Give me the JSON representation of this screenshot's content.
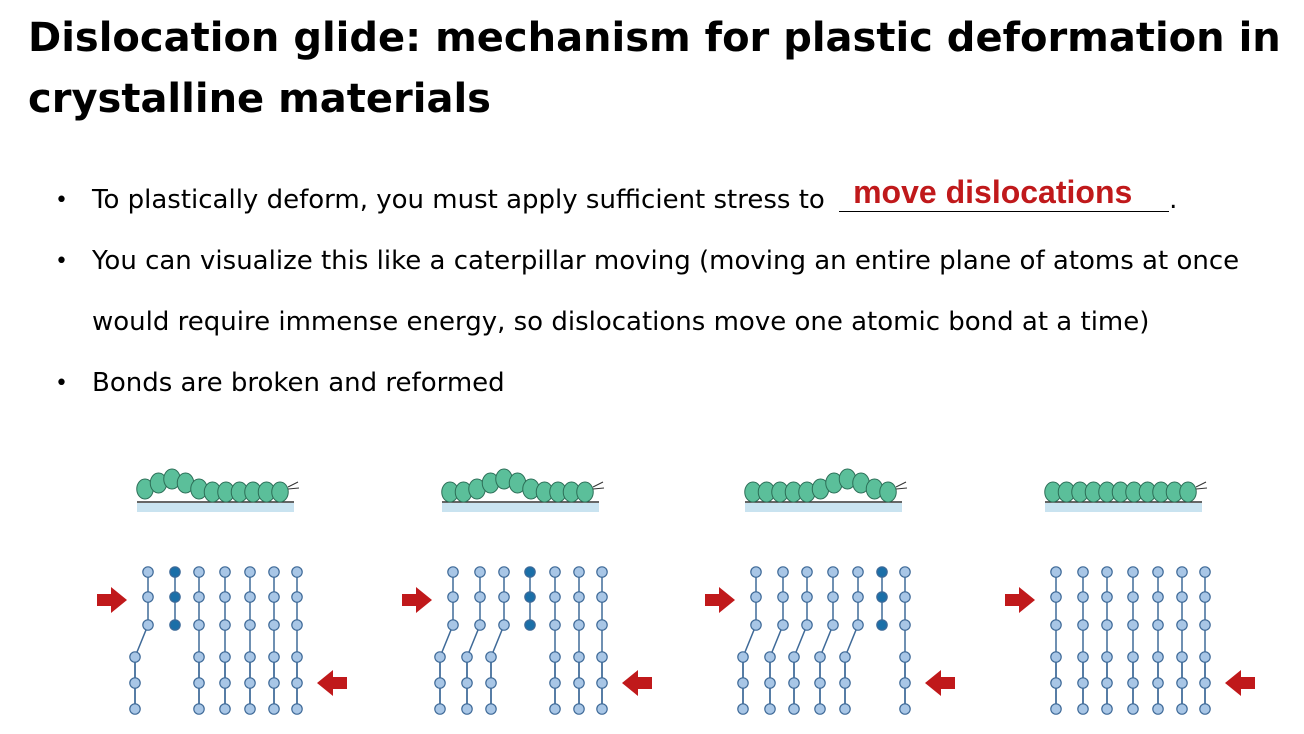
{
  "slide": {
    "title": "Dislocation glide: mechanism for plastic deformation in crystalline materials",
    "bullets": [
      {
        "prefix": "To plastically deform, you must apply sufficient stress to",
        "answer": "move dislocations",
        "suffix": "."
      },
      {
        "text": "You can visualize this like a caterpillar moving (moving an entire plane of atoms at once would require immense energy, so dislocations move one atomic bond at a time)"
      },
      {
        "text": "Bonds are broken and reformed"
      }
    ],
    "bullet_glyph": "•"
  },
  "figure": {
    "panels": [
      {
        "step": 1,
        "hump_segment": 2,
        "extra_half_plane_column": 1
      },
      {
        "step": 2,
        "hump_segment": 4,
        "extra_half_plane_column": 3
      },
      {
        "step": 3,
        "hump_segment": 7,
        "extra_half_plane_column": 5
      },
      {
        "step": 4,
        "hump_segment": null,
        "extra_half_plane_column": null
      }
    ],
    "colors": {
      "caterpillar_body": "#5bbf9a",
      "caterpillar_outline": "#2c6e57",
      "ground": "#c9e3f0",
      "atom_fill": "#a8c6e6",
      "atom_outline": "#3f6a98",
      "highlight_atom": "#1b6fa8",
      "bond": "#3f6a98",
      "arrow": "#c0191b"
    }
  }
}
